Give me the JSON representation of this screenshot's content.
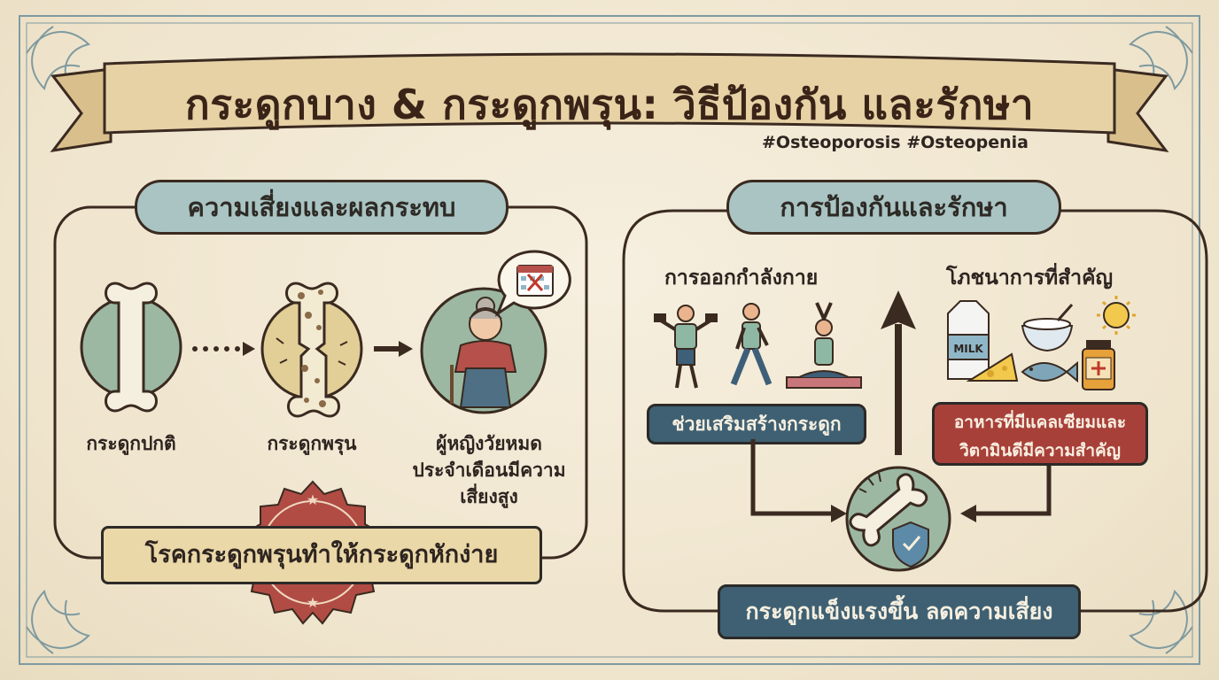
{
  "title": "กระดูกบาง & กระดูกพรุน: วิธีป้องกัน และรักษา",
  "hashtags": "#Osteoporosis #Osteopenia",
  "left_panel": {
    "header": "ความเสี่ยงและผลกระทบ",
    "items": [
      {
        "label": "กระดูกปกติ",
        "icon": "normal-bone-icon"
      },
      {
        "label": "กระดูกพรุน",
        "icon": "porous-bone-icon"
      },
      {
        "label": "ผู้หญิงวัยหมด ประจำเดือนมีความ เสี่ยงสูง",
        "label_lines": [
          "ผู้หญิงวัยหมด",
          "ประจำเดือนมีความ",
          "เสี่ยงสูง"
        ],
        "icon": "elderly-woman-icon"
      }
    ],
    "banner": "โรคกระดูกพรุนทำให้กระดูกหักง่าย"
  },
  "right_panel": {
    "header": "การป้องกันและรักษา",
    "exercise": {
      "title": "การออกกำลังกาย",
      "icons": [
        "dumbbell-person-icon",
        "walking-person-icon",
        "yoga-person-icon"
      ],
      "result": "ช่วยเสริมสร้างกระดูก"
    },
    "nutrition": {
      "title": "โภชนาการที่สำคัญ",
      "icons": [
        "milk-carton-icon",
        "cheese-icon",
        "yogurt-bowl-icon",
        "fish-icon",
        "sun-icon",
        "supplement-bottle-icon"
      ],
      "milk_label": "MILK",
      "result_lines": [
        "อาหารที่มีแคลเซียมและ",
        "วิตามินดีมีความสำคัญ"
      ]
    },
    "outcome": "กระดูกแข็งแรงขึ้น ลดความเสี่ยง"
  },
  "colors": {
    "background": "#f1e8d4",
    "ribbon": "#e7d2a6",
    "header_pill": "#a9c4c2",
    "dark_blue_box": "#3e6072",
    "red_box": "#a8403a",
    "seal": "#b04c44",
    "banner_fill": "#ead8a8",
    "circle_green": "#9cb8a2"
  }
}
